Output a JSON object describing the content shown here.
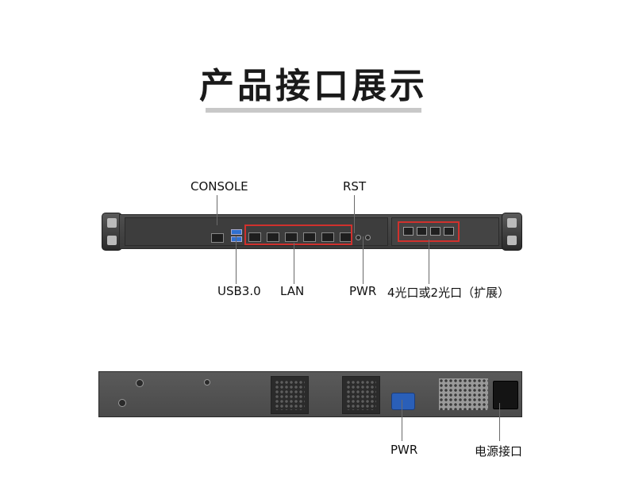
{
  "title": "产品接口展示",
  "front_labels": {
    "console": "CONSOLE",
    "rst": "RST",
    "usb": "USB3.0",
    "lan": "LAN",
    "pwr": "PWR",
    "fiber": "4光口或2光口（扩展）"
  },
  "rear_labels": {
    "pwr": "PWR",
    "power_port": "电源接口"
  },
  "colors": {
    "highlight": "#d0312d",
    "title_bar": "#c8c8c8"
  }
}
